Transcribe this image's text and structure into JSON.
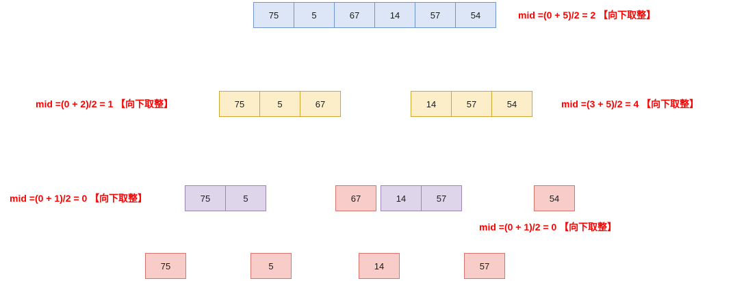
{
  "diagram": {
    "title": "merge-sort-split-mid-calculation",
    "colors": {
      "level1_fill": "#dce6f7",
      "level1_border": "#6f95c9",
      "level2_fill": "#fbeec9",
      "level2_border": "#cba830",
      "level3_fill": "#ded5ea",
      "level3_border": "#9b86b5",
      "leaf_fill": "#f8ccc9",
      "leaf_border": "#d9736c",
      "annotation_text": "#ff0000",
      "cell_text": "#1a1a1a",
      "background": "#ffffff"
    }
  },
  "levels": [
    {
      "name": "level-1",
      "groups": [
        {
          "name": "array-full",
          "values": [
            "75",
            "5",
            "67",
            "14",
            "57",
            "54"
          ]
        }
      ]
    },
    {
      "name": "level-2",
      "groups": [
        {
          "name": "array-left",
          "values": [
            "75",
            "5",
            "67"
          ]
        },
        {
          "name": "array-right",
          "values": [
            "14",
            "57",
            "54"
          ]
        }
      ]
    },
    {
      "name": "level-3",
      "groups": [
        {
          "name": "array-left-left",
          "values": [
            "75",
            "5"
          ]
        },
        {
          "name": "array-left-right",
          "values": [
            "67"
          ]
        },
        {
          "name": "array-right-left",
          "values": [
            "14",
            "57"
          ]
        },
        {
          "name": "array-right-right",
          "values": [
            "54"
          ]
        }
      ]
    },
    {
      "name": "level-4",
      "groups": [
        {
          "name": "leaf-75",
          "values": [
            "75"
          ]
        },
        {
          "name": "leaf-5",
          "values": [
            "5"
          ]
        },
        {
          "name": "leaf-14",
          "values": [
            "14"
          ]
        },
        {
          "name": "leaf-57",
          "values": [
            "57"
          ]
        }
      ]
    }
  ],
  "annotations": [
    {
      "name": "mid-note-level1",
      "text": "mid =(0 + 5)/2 = 2 【向下取整】"
    },
    {
      "name": "mid-note-level2-left",
      "text": "mid =(0 + 2)/2 = 1 【向下取整】"
    },
    {
      "name": "mid-note-level2-right",
      "text": "mid =(3 + 5)/2 = 4 【向下取整】"
    },
    {
      "name": "mid-note-level3-left",
      "text": "mid =(0 + 1)/2 = 0 【向下取整】"
    },
    {
      "name": "mid-note-level3-right",
      "text": "mid =(0 + 1)/2 = 0 【向下取整】"
    }
  ]
}
